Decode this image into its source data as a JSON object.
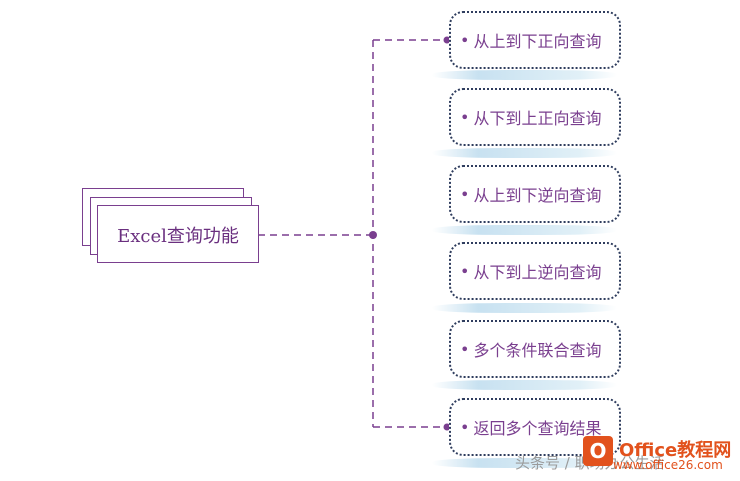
{
  "root": {
    "label": "Excel查询功能"
  },
  "branches": [
    {
      "label": "从上到下正向查询"
    },
    {
      "label": "从下到上正向查询"
    },
    {
      "label": "从上到下逆向查询"
    },
    {
      "label": "从下到上逆向查询"
    },
    {
      "label": "多个条件联合查询"
    },
    {
      "label": "返回多个查询结果"
    }
  ],
  "bullet": "•",
  "watermark": {
    "text": "头条号 / 职场办公生活"
  },
  "brand": {
    "logo_letter": "O",
    "name": "Office教程网",
    "url": "www.office26.com"
  },
  "colors": {
    "accent": "#7a3f8f",
    "node_border": "#2f3d5e",
    "brand": "#e2521d"
  }
}
